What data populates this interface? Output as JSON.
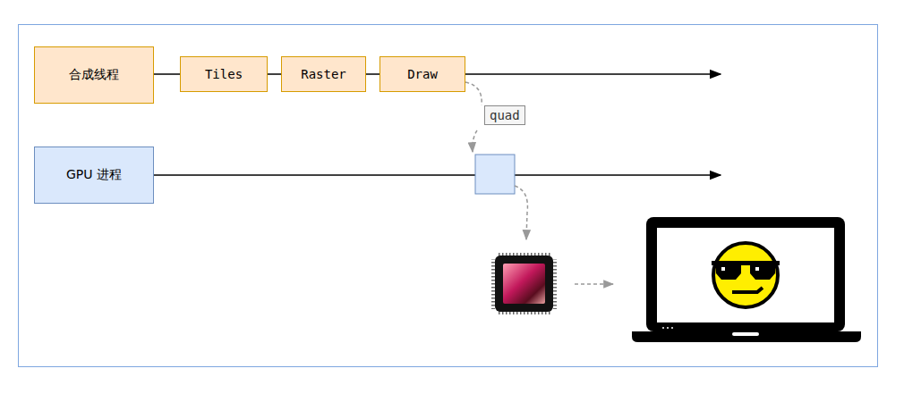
{
  "diagram": {
    "nodes": [
      {
        "text": [
          "合成线程"
        ]
      },
      {
        "text": [
          "Tiles"
        ]
      },
      {
        "text": [
          "Raster"
        ]
      },
      {
        "text": [
          "Draw"
        ]
      },
      {
        "text": [
          "GPU 进程"
        ]
      }
    ],
    "edges": [
      {
        "from": 0,
        "to": 1,
        "arrow": "none"
      },
      {
        "from": 1,
        "to": 2,
        "arrow": "none"
      },
      {
        "from": 2,
        "to": 3,
        "arrow": "none"
      }
    ],
    "labels": [
      "quad"
    ]
  }
}
